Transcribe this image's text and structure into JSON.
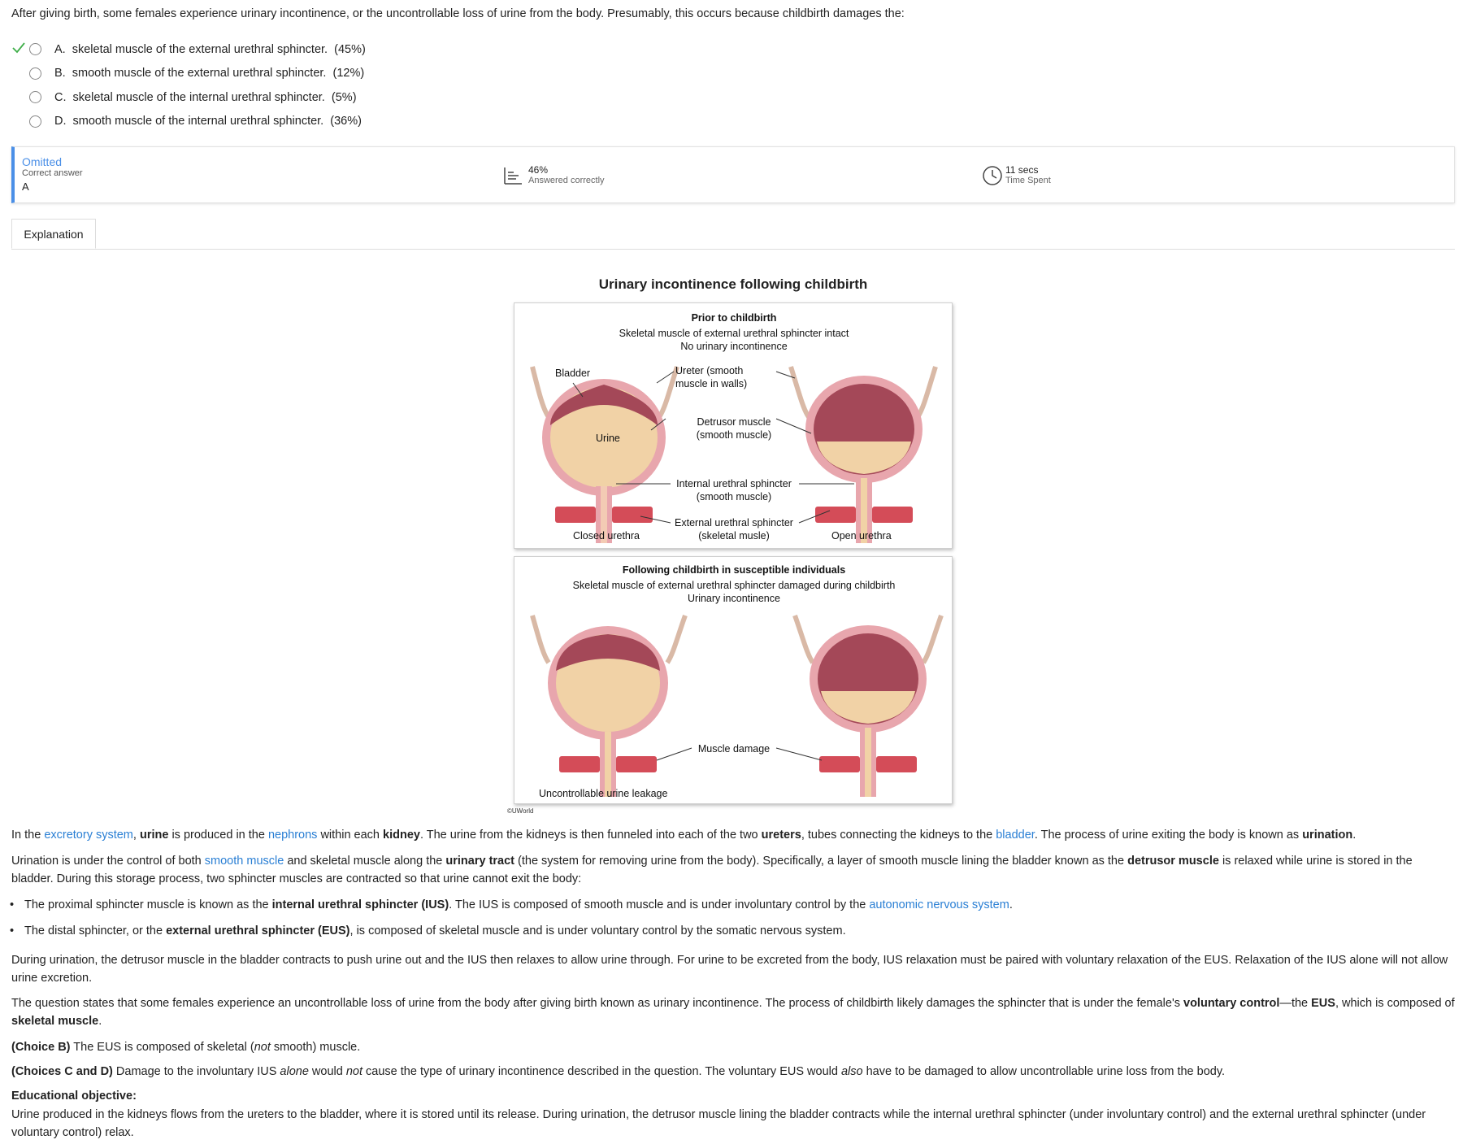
{
  "question": "After giving birth, some females experience urinary incontinence, or the uncontrollable loss of urine from the body.  Presumably, this occurs because childbirth damages the:",
  "choices": [
    {
      "letter": "A.",
      "text": "skeletal muscle of the external urethral sphincter.",
      "pct": "(45%)",
      "correct": true
    },
    {
      "letter": "B.",
      "text": "smooth muscle of the external urethral sphincter.",
      "pct": "(12%)",
      "correct": false
    },
    {
      "letter": "C.",
      "text": "skeletal muscle of the internal urethral sphincter.",
      "pct": "(5%)",
      "correct": false
    },
    {
      "letter": "D.",
      "text": "smooth muscle of the internal urethral sphincter.",
      "pct": "(36%)",
      "correct": false
    }
  ],
  "stats": {
    "status": "Omitted",
    "correct_label": "Correct answer",
    "correct_value": "A",
    "percent": "46%",
    "percent_label": "Answered correctly",
    "time": "11 secs",
    "time_label": "Time Spent"
  },
  "tab": "Explanation",
  "figure": {
    "title": "Urinary incontinence following childbirth",
    "top": {
      "heading": "Prior to childbirth",
      "line1": "Skeletal muscle of external urethral sphincter intact",
      "line2": "No urinary incontinence",
      "bladder": "Bladder",
      "urine": "Urine",
      "ureter1": "Ureter (smooth",
      "ureter2": "muscle in walls)",
      "detrusor1": "Detrusor muscle",
      "detrusor2": "(smooth muscle)",
      "ius1": "Internal urethral sphincter",
      "ius2": "(smooth muscle)",
      "eus1": "External urethral sphincter",
      "eus2": "(skeletal musle)",
      "closed": "Closed urethra",
      "open": "Open urethra"
    },
    "bottom": {
      "heading": "Following childbirth in susceptible individuals",
      "line1": "Skeletal muscle of external urethral sphincter damaged during childbirth",
      "line2": "Urinary incontinence",
      "damage": "Muscle damage",
      "leakage": "Uncontrollable urine leakage"
    },
    "copyright": "©UWorld"
  },
  "explanation": {
    "p1": {
      "a": "In the ",
      "l1": "excretory system",
      "b": ", ",
      "urine": "urine",
      "c": " is produced in the ",
      "l2": "nephrons",
      "d": " within each ",
      "kidney": "kidney",
      "e": ".  The urine from the kidneys is then funneled into each of the two ",
      "ureters": "ureters",
      "f": ", tubes connecting the kidneys to the ",
      "l3": "bladder",
      "g": ".  The process of urine exiting the body is known as ",
      "urination": "urination",
      "h": "."
    },
    "p2": {
      "a": "Urination is under the control of both ",
      "l1": "smooth muscle",
      "b": " and skeletal muscle along the ",
      "tract": "urinary tract",
      "c": " (the system for removing urine from the body).  Specifically, a layer of smooth muscle lining the bladder known as the ",
      "detrusor": "detrusor muscle",
      "d": " is relaxed while urine is stored in the bladder.  During this storage process, two sphincter muscles are contracted so that urine cannot exit the body:"
    },
    "b1": {
      "a": "The proximal sphincter muscle is known as the ",
      "ius": "internal urethral sphincter (IUS)",
      "b": ".  The IUS is composed of smooth muscle and is under involuntary control by the ",
      "l1": "autonomic nervous system",
      "c": "."
    },
    "b2": {
      "a": "The distal sphincter, or the ",
      "eus": "external urethral sphincter (EUS)",
      "b": ", is composed of skeletal muscle and is under voluntary control by the somatic nervous system."
    },
    "p3": "During urination, the detrusor muscle in the bladder contracts to push urine out and the IUS then relaxes to allow urine through.  For urine to be excreted from the body, IUS relaxation must be paired with voluntary relaxation of the EUS.  Relaxation of the IUS alone will not allow urine excretion.",
    "p4": {
      "a": "The question states that some females experience an uncontrollable loss of urine from the body after giving birth known as urinary incontinence.  The process of childbirth likely damages the sphincter that is under the female's ",
      "vc": "voluntary control",
      "b": "—the ",
      "eus": "EUS",
      "c": ", which is composed of ",
      "sk": "skeletal muscle",
      "d": "."
    },
    "p5": {
      "lead": "(Choice B)",
      "a": "  The EUS is composed of skeletal (",
      "not": "not",
      "b": " smooth) muscle."
    },
    "p6": {
      "lead": "(Choices C and D)",
      "a": "  Damage to the involuntary IUS ",
      "alone": "alone",
      "b": " would ",
      "not": "not",
      "c": " cause the type of urinary incontinence described in the question.  The voluntary EUS would ",
      "also": "also",
      "d": " have to be damaged to allow uncontrollable urine loss from the body."
    },
    "objective_label": "Educational objective:",
    "objective": "Urine produced in the kidneys flows from the ureters to the bladder, where it is stored until its release.  During urination, the detrusor muscle lining the bladder contracts while the internal urethral sphincter (under involuntary control) and the external urethral sphincter (under voluntary control) relax."
  },
  "colors": {
    "accent": "#4a8fe7",
    "link": "#2a7fd4",
    "correct_check": "#3fae49"
  }
}
